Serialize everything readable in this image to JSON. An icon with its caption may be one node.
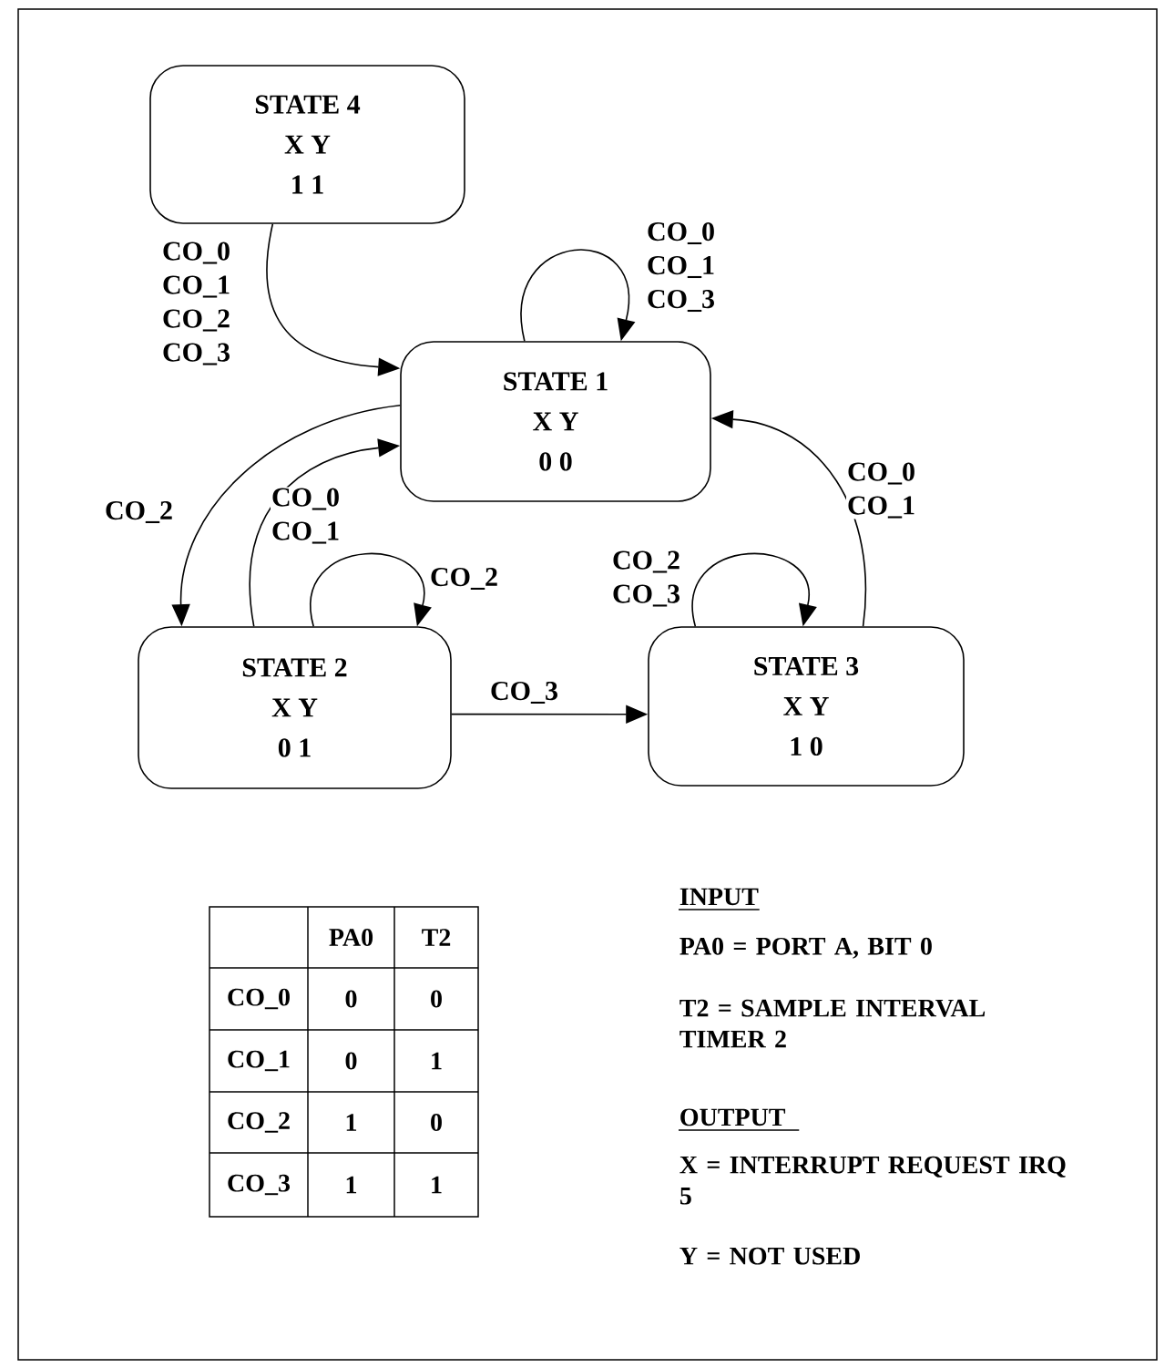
{
  "diagram": {
    "nodes": [
      {
        "text": [
          "STATE 4",
          "X Y",
          "1 1"
        ]
      },
      {
        "text": [
          "STATE 1",
          "X Y",
          "0 0"
        ]
      },
      {
        "text": [
          "STATE 2",
          "X Y",
          "0 1"
        ]
      },
      {
        "text": [
          "STATE 3",
          "X Y",
          "1 0"
        ]
      }
    ],
    "edges": [
      {
        "from": 0,
        "to": 1,
        "arrow": "to",
        "label": "CO_0 CO_1 CO_2 CO_3"
      },
      {
        "from": 1,
        "to": 1,
        "arrow": "to",
        "label": "CO_0 CO_1 CO_3"
      },
      {
        "from": 1,
        "to": 2,
        "arrow": "to",
        "label": "CO_2"
      },
      {
        "from": 2,
        "to": 1,
        "arrow": "to",
        "label": "CO_0 CO_1"
      },
      {
        "from": 2,
        "to": 2,
        "arrow": "to",
        "label": "CO_2"
      },
      {
        "from": 2,
        "to": 3,
        "arrow": "to",
        "label": "CO_3"
      },
      {
        "from": 3,
        "to": 3,
        "arrow": "to",
        "label": "CO_2 CO_3"
      },
      {
        "from": 3,
        "to": 1,
        "arrow": "to",
        "label": "CO_0 CO_1"
      }
    ],
    "labels": [
      "PA0",
      "T2",
      "CO_0",
      "0",
      "0",
      "CO_1",
      "0",
      "1",
      "CO_2",
      "1",
      "0",
      "CO_3",
      "1",
      "1",
      "INPUT",
      "PA0 = PORT A, BIT 0",
      "T2 = SAMPLE INTERVAL TIMER 2",
      "OUTPUT",
      "X = INTERRUPT REQUEST IRQ 5",
      "Y = NOT USED"
    ]
  }
}
